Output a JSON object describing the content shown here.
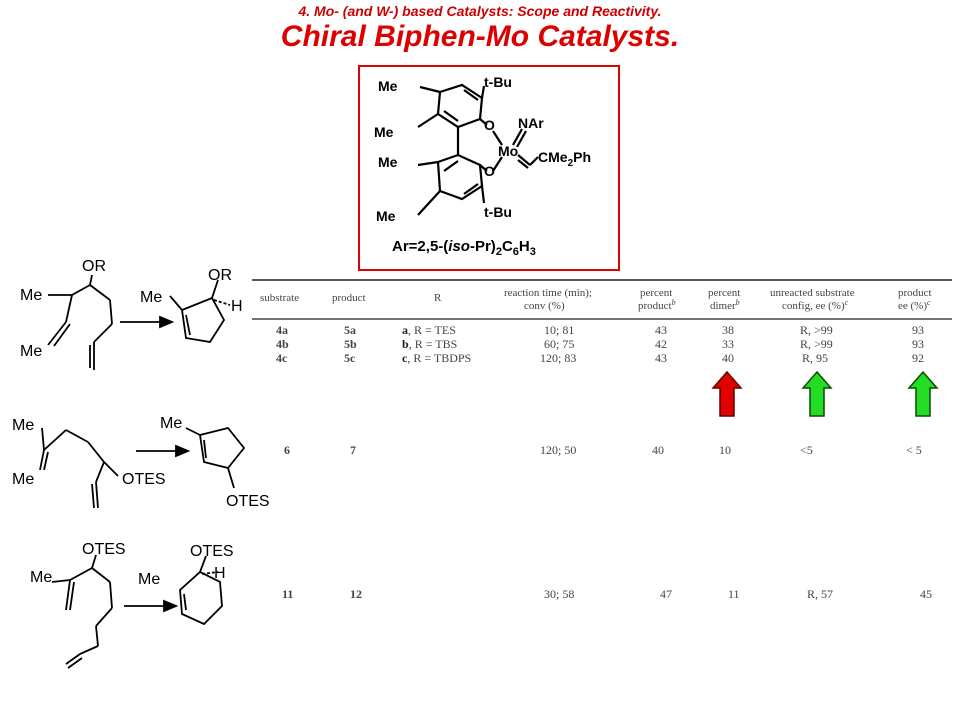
{
  "subtitle": "4. Mo- (and W-) based Catalysts: Scope and Reactivity.",
  "title": "Chiral Biphen-Mo Catalysts.",
  "catalyst": {
    "labels": {
      "me": "Me",
      "tbu": "t-Bu",
      "o": "O",
      "mo": "Mo",
      "nar": "NAr",
      "cme2ph": "CMe2Ph",
      "ar_def": "Ar=2,5-(iso-Pr)2C6H3"
    }
  },
  "schemes": {
    "row1": {
      "or": "OR",
      "me": "Me",
      "h": "H"
    },
    "row2": {
      "me": "Me",
      "otes": "OTES"
    },
    "row3": {
      "otes": "OTES",
      "me": "Me",
      "h": "H"
    }
  },
  "table": {
    "headers": {
      "substrate": "substrate",
      "product": "product",
      "r": "R",
      "time_1": "reaction time (min);",
      "time_2": "conv (%)",
      "pp_1": "percent",
      "pp_2": "product",
      "pp_sup": "b",
      "pd_1": "percent",
      "pd_2": "dimer",
      "pd_sup": "b",
      "un_1": "unreacted substrate",
      "un_2": "config, ee (%)",
      "un_sup": "c",
      "ee_1": "product",
      "ee_2": "ee (%)",
      "ee_sup": "c"
    },
    "rows": [
      {
        "substrate": "4a",
        "product": "5a",
        "r_key": "a",
        "r_val": ", R = TES",
        "time": "10; 81",
        "pp": "43",
        "pd": "38",
        "unreacted": "R, >99",
        "ee": "93"
      },
      {
        "substrate": "4b",
        "product": "5b",
        "r_key": "b",
        "r_val": ", R = TBS",
        "time": "60; 75",
        "pp": "42",
        "pd": "33",
        "unreacted": "R, >99",
        "ee": "93"
      },
      {
        "substrate": "4c",
        "product": "5c",
        "r_key": "c",
        "r_val": ", R = TBDPS",
        "time": "120; 83",
        "pp": "43",
        "pd": "40",
        "unreacted": "R, 95",
        "ee": "92"
      },
      {
        "substrate": "6",
        "product": "7",
        "r_key": "",
        "r_val": "",
        "time": "120; 50",
        "pp": "40",
        "pd": "10",
        "unreacted": "<5",
        "ee": "< 5"
      },
      {
        "substrate": "11",
        "product": "12",
        "r_key": "",
        "r_val": "",
        "time": "30; 58",
        "pp": "47",
        "pd": "11",
        "unreacted": "R, 57",
        "ee": "45"
      }
    ]
  },
  "colors": {
    "title": "#dd0000",
    "arrow_red": "#e00000",
    "arrow_green": "#22dd22"
  }
}
